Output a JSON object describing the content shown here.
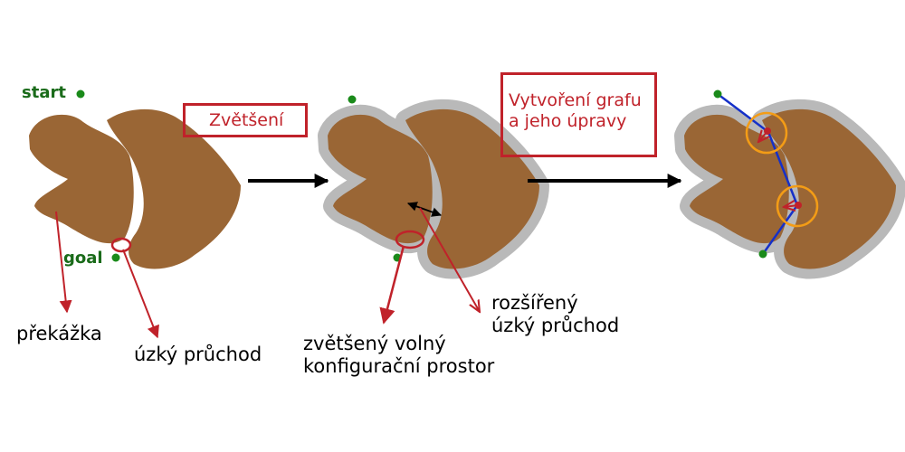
{
  "colors": {
    "obstacle": "#9a6635",
    "expanded": "#b9b9b9",
    "start_goal": "#1a8a1a",
    "red_accent": "#c0222a",
    "path_blue": "#1530c8",
    "circle_orange": "#f39c16",
    "arrow_black": "#000000"
  },
  "labels": {
    "start": "start",
    "goal": "goal",
    "prekazka": "překážka",
    "uzky_pruchod": "úzký průchod",
    "zvetseni": "Zvětšení",
    "zvetseny_line1": "zvětšený volný",
    "zvetseny_line2": "konfigurační prostor",
    "rozsireny_line1": "rozšířený",
    "rozsireny_line2": "úzký průchod",
    "graf_line1": "Vytvoření grafu",
    "graf_line2": "a jeho úpravy"
  }
}
